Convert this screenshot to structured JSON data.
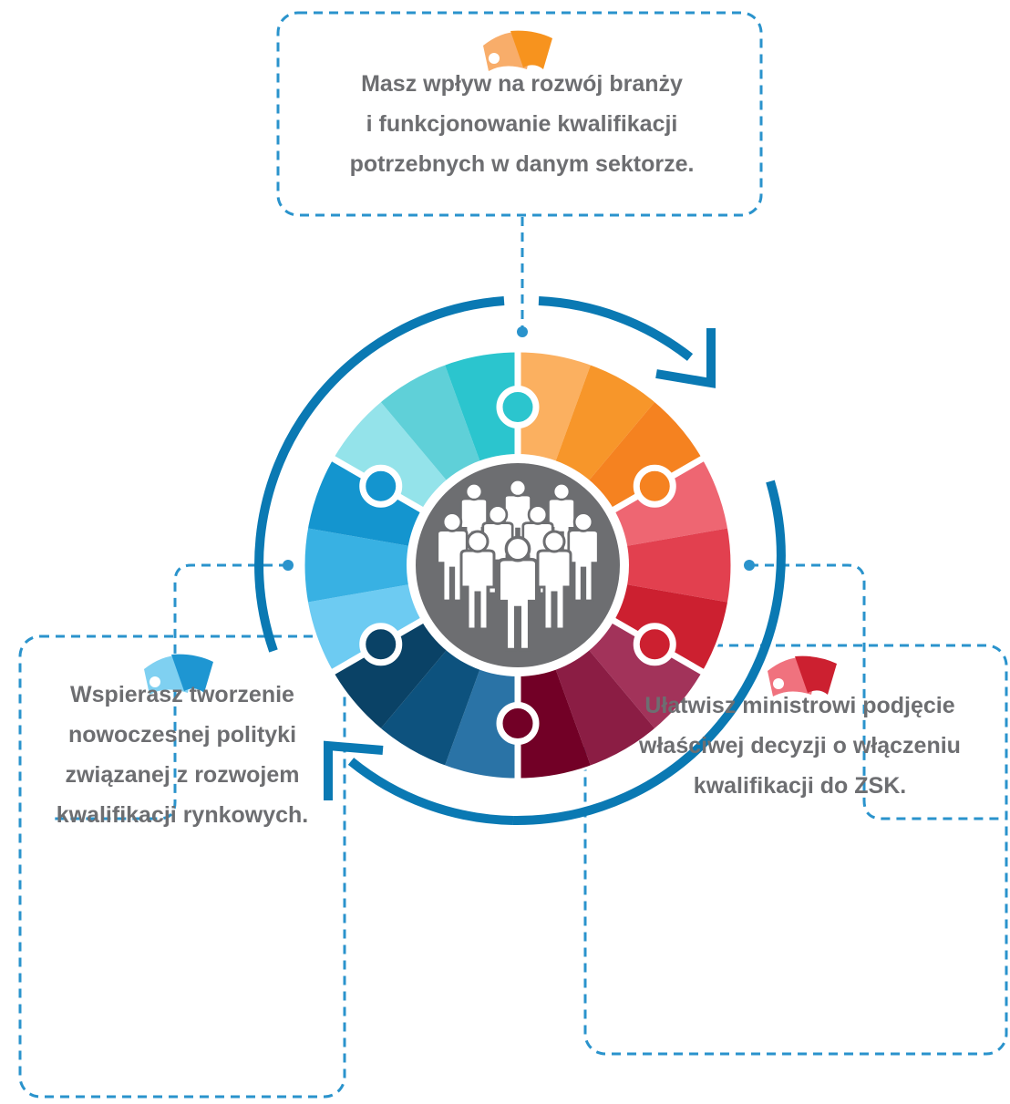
{
  "colors": {
    "connector": "#2a93cc",
    "arrow": "#0a79b3",
    "hub": "#6d6e71",
    "text": "#6d6e71",
    "orange": "#f7931e",
    "red": "#e2404f",
    "blue": "#38b1e3",
    "teal": "#2bc5ce"
  },
  "icons": {
    "hub": "people-group-icon",
    "callout": "puzzle-piece-icon"
  },
  "callouts": {
    "top": {
      "lines": [
        "Masz wpływ na rozwój branży",
        "i funkcjonowanie kwalifikacji",
        "potrzebnych w danym sektorze."
      ],
      "accent": "#f7931e"
    },
    "left": {
      "lines": [
        "Wspierasz tworzenie",
        "nowoczesnej polityki",
        "związanej z rozwojem",
        "kwalifikacji rynkowych."
      ],
      "accent": "#38b1e3"
    },
    "right": {
      "lines": [
        "Ułatwisz ministrowi podjęcie",
        "właściwej decyzji o włączeniu",
        "kwalifikacji do ZSK."
      ],
      "accent": "#e2404f"
    }
  }
}
